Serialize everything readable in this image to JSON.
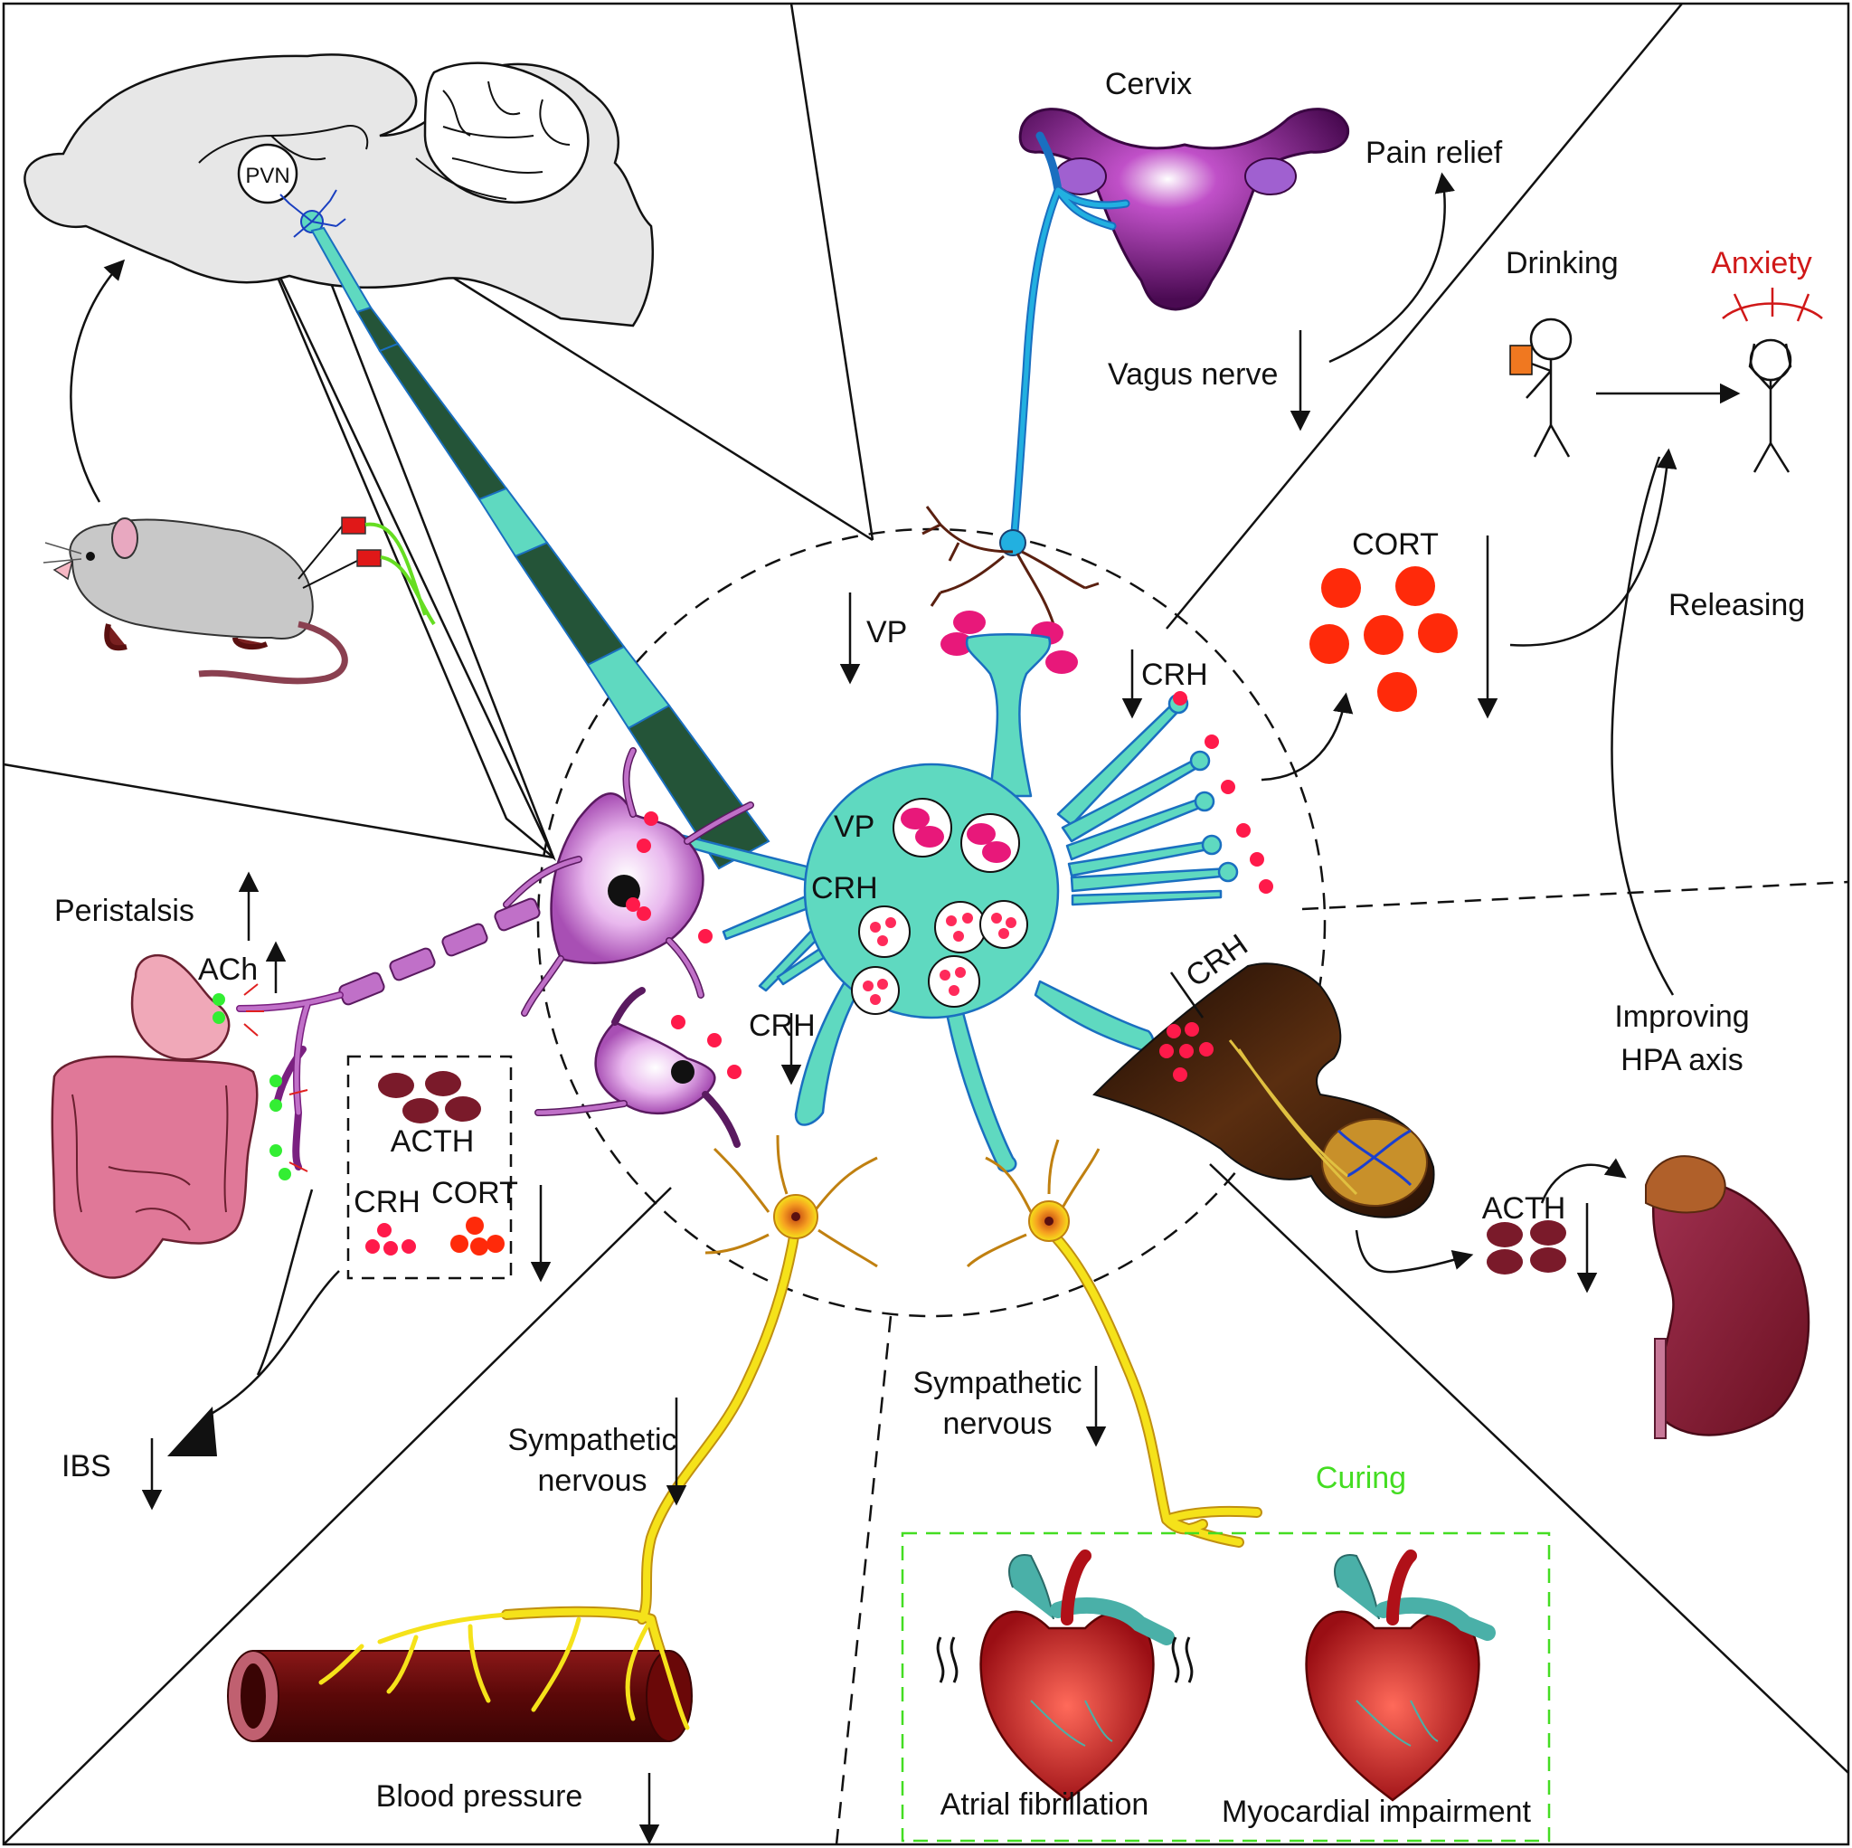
{
  "colors": {
    "neuron_teal": "#5fd9c0",
    "neuron_outline": "#1a6fc0",
    "vesicle_pink": "#e8185c",
    "cort_red": "#ff2a0a",
    "acth_maroon": "#7a1a2a",
    "sympathetic_yellow": "#f5e21a",
    "dark_green": "#245438",
    "anxiety_red": "#d01818",
    "curing_green": "#44dd22",
    "vagus_blue": "#22b0e0",
    "enteric_purple": "#b060c0"
  },
  "labels": {
    "pvn": "PVN",
    "cervix": "Cervix",
    "pain_relief": "Pain relief",
    "vagus_nerve": "Vagus nerve",
    "drinking": "Drinking",
    "anxiety": "Anxiety",
    "cort_top": "CORT",
    "releasing": "Releasing",
    "vp_top": "VP",
    "crh_right": "CRH",
    "vp_soma": "VP",
    "crh_soma": "CRH",
    "peristalsis": "Peristalsis",
    "ach": "ACh",
    "crh_mid": "CRH",
    "acth_box": "ACTH",
    "crh_box": "CRH",
    "cort_box": "CORT",
    "ibs": "IBS",
    "crh_pituitary": "CRH",
    "improving": "Improving",
    "hpa_axis": "HPA axis",
    "acth_adrenal": "ACTH",
    "sympathetic_left_1": "Sympathetic",
    "sympathetic_left_2": "nervous",
    "sympathetic_right_1": "Sympathetic",
    "sympathetic_right_2": "nervous",
    "curing": "Curing",
    "blood_pressure": "Blood pressure",
    "atrial_fibrillation": "Atrial fibrillation",
    "myocardial_impairment": "Myocardial impairment"
  },
  "icons": {
    "brain": "mouse-brain-icon",
    "mouse": "mouse-with-optogenetic-fibers-icon",
    "uterus": "uterus-cervix-icon",
    "drinker": "stick-figure-drinking-icon",
    "anxious": "stick-figure-anxiety-icon",
    "crh_neuron": "crh-neuron-icon",
    "gut": "gastrointestinal-tract-icon",
    "pituitary": "pituitary-gland-icon",
    "adrenal": "adrenal-kidney-icon",
    "vessel": "blood-vessel-icon",
    "heart_af": "heart-atrial-fibrillation-icon",
    "heart_mi": "heart-myocardial-impairment-icon"
  }
}
